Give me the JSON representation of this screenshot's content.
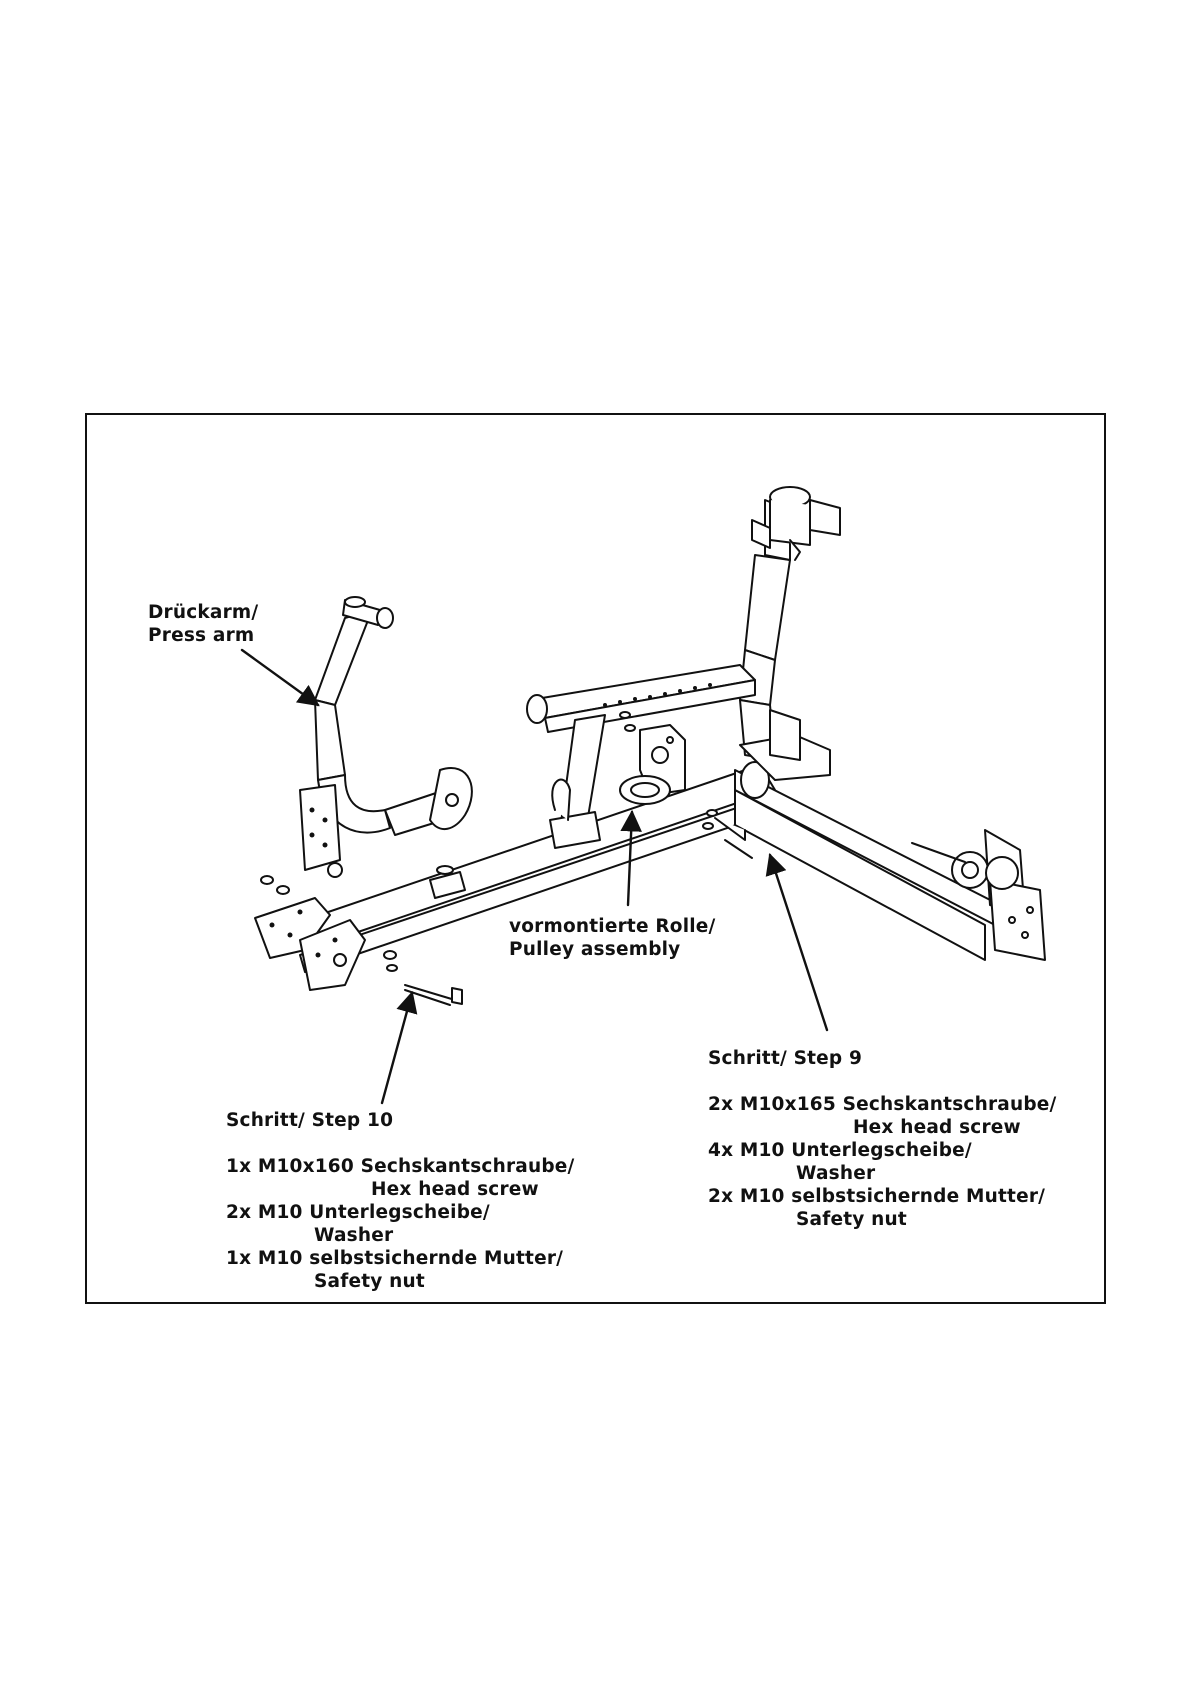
{
  "labels": {
    "press_arm": {
      "de": "Drückarm/",
      "en": "Press arm"
    },
    "pulley": {
      "de": "vormontierte Rolle/",
      "en": "Pulley assembly"
    }
  },
  "step10": {
    "title": "Schritt/ Step 10",
    "parts": [
      {
        "de": "1x M10x160 Sechskantschraube/",
        "en": "Hex head screw"
      },
      {
        "de": "2x M10 Unterlegscheibe/",
        "en": "Washer"
      },
      {
        "de": "1x M10 selbstsichernde Mutter/",
        "en": "Safety nut"
      }
    ]
  },
  "step9": {
    "title": "Schritt/ Step 9",
    "parts": [
      {
        "de": "2x M10x165 Sechskantschraube/",
        "en": "Hex head screw"
      },
      {
        "de": "4x M10 Unterlegscheibe/",
        "en": "Washer"
      },
      {
        "de": "2x M10 selbstsichernde Mutter/",
        "en": "Safety nut"
      }
    ]
  }
}
